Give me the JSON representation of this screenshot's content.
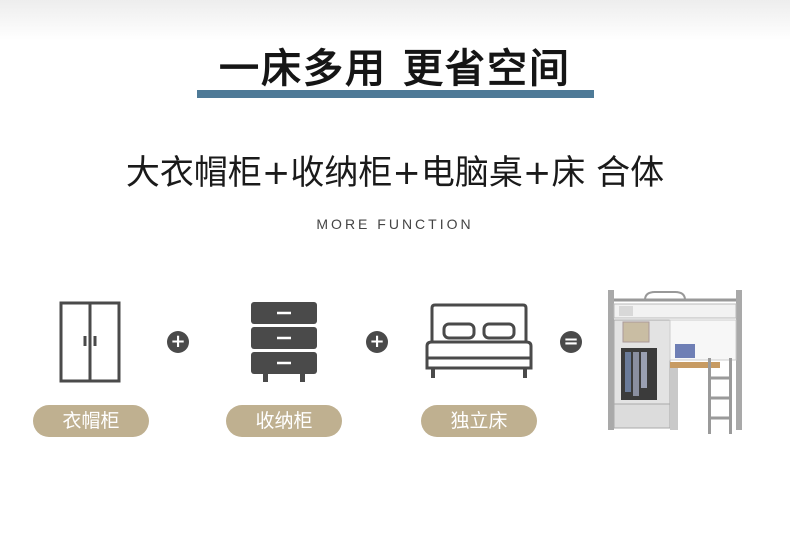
{
  "heading": {
    "title": "一床多用 更省空间",
    "subtitle": "大衣帽柜+收纳柜+电脑桌+床 合体",
    "english": "MORE FUNCTION"
  },
  "items": [
    {
      "label": "衣帽柜",
      "icon": "wardrobe-icon"
    },
    {
      "label": "收纳柜",
      "icon": "drawer-cabinet-icon"
    },
    {
      "label": "独立床",
      "icon": "bed-icon"
    }
  ],
  "operators": {
    "plus": "+",
    "equals": "="
  },
  "colors": {
    "accent_bar": "#4e7a97",
    "pill": "#bfb090",
    "icon_dark": "#4a4a4a"
  }
}
